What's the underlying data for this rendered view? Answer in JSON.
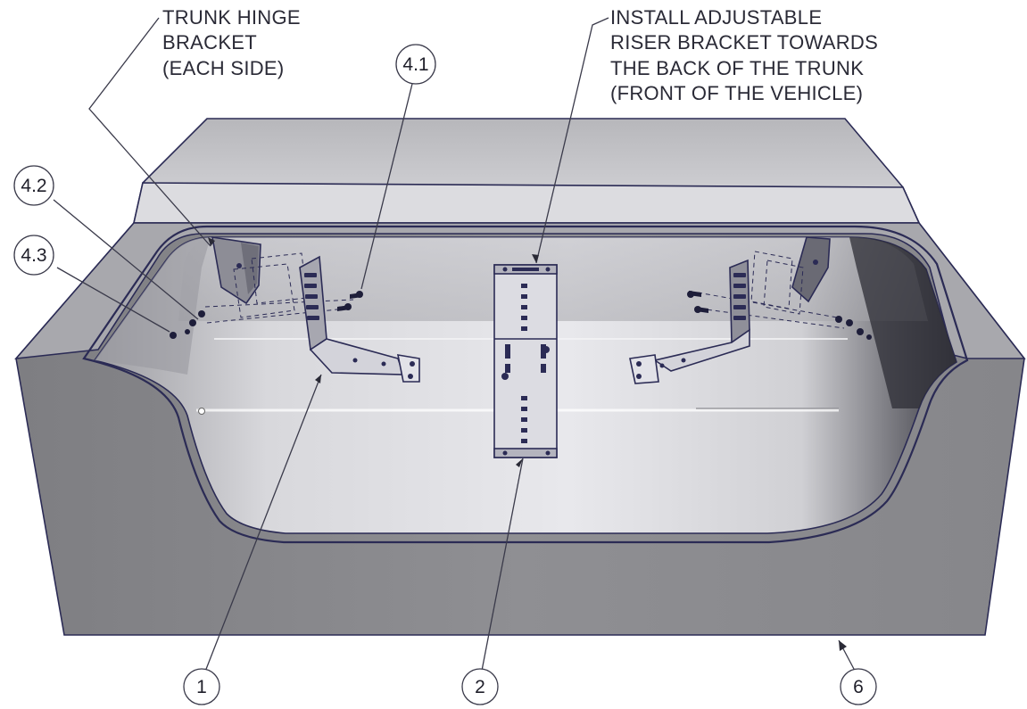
{
  "annotations": {
    "hinge_bracket_note": [
      "TRUNK HINGE",
      "BRACKET",
      "(EACH SIDE)"
    ],
    "riser_bracket_note": [
      "INSTALL ADJUSTABLE",
      "RISER BRACKET TOWARDS",
      "THE BACK OF THE TRUNK",
      "(FRONT OF THE VEHICLE)"
    ]
  },
  "callouts": {
    "c41": "4.1",
    "c42": "4.2",
    "c43": "4.3",
    "c1": "1",
    "c2": "2",
    "c6": "6"
  },
  "colors": {
    "line": "#2b2b55",
    "body_side": "#8b8b8e",
    "body_top": "#c9c9cc",
    "floor": "#c4c4c8"
  }
}
